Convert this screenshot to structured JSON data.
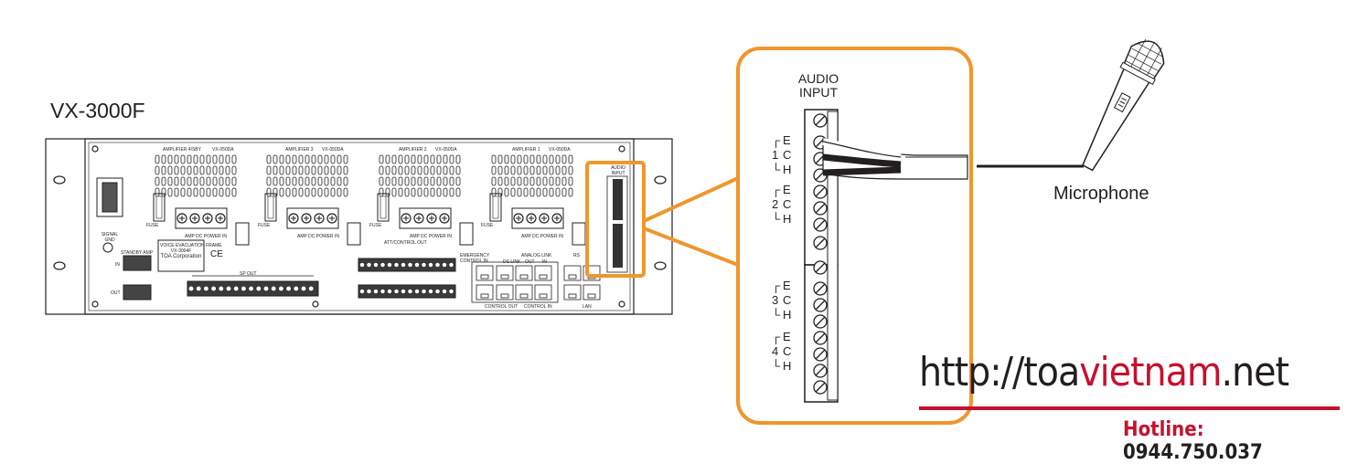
{
  "device": {
    "title": "VX-3000F",
    "amplifiers": [
      {
        "label": "AMPLIFIER 4/SBY",
        "model": "VX-050DA"
      },
      {
        "label": "AMPLIFIER 3",
        "model": "VX-050DA"
      },
      {
        "label": "AMPLIFIER 2",
        "model": "VX-050DA"
      },
      {
        "label": "AMPLIFIER 1",
        "model": "VX-050DA"
      }
    ],
    "amp_dc_label": "AMP DC POWER IN",
    "fuse_label": "FUSE",
    "signal_gnd": "SIGNAL GND",
    "standby_amp": "STANDBY AMP",
    "in_label": "IN",
    "out_label": "OUT",
    "nameplate": [
      "VOICE EVACUATION FRAME",
      "VX-3004F",
      "TOA Corporation"
    ],
    "ce_mark": "CE",
    "sp_out": "SP OUT",
    "att_control_out": "ATT/CONTROL OUT",
    "emergency_control_in": "EMERGENCY CONTROL IN",
    "ds_link": "DS LINK",
    "analog_link": "ANALOG LINK",
    "analog_out": "OUT",
    "analog_in": "IN",
    "rs": "RS",
    "control_out": "CONTROL OUT",
    "control_in": "CONTROL IN",
    "lan": "LAN",
    "audio_input_small": "AUDIO INPUT"
  },
  "zoom": {
    "audio_input_line1": "AUDIO",
    "audio_input_line2": "INPUT",
    "channels": [
      {
        "num": "1",
        "pins": [
          "E",
          "C",
          "H"
        ]
      },
      {
        "num": "2",
        "pins": [
          "E",
          "C",
          "H"
        ]
      },
      {
        "num": "3",
        "pins": [
          "E",
          "C",
          "H"
        ]
      },
      {
        "num": "4",
        "pins": [
          "E",
          "C",
          "H"
        ]
      }
    ]
  },
  "microphone_label": "Microphone",
  "website": {
    "prefix": "http://toa",
    "accent": "vietnam",
    "suffix": ".net"
  },
  "hotline": {
    "label": "Hotline: ",
    "number": "0944.750.037"
  },
  "colors": {
    "highlight": "#f0962d",
    "brand_red": "#c8102e",
    "line": "#231f20"
  }
}
